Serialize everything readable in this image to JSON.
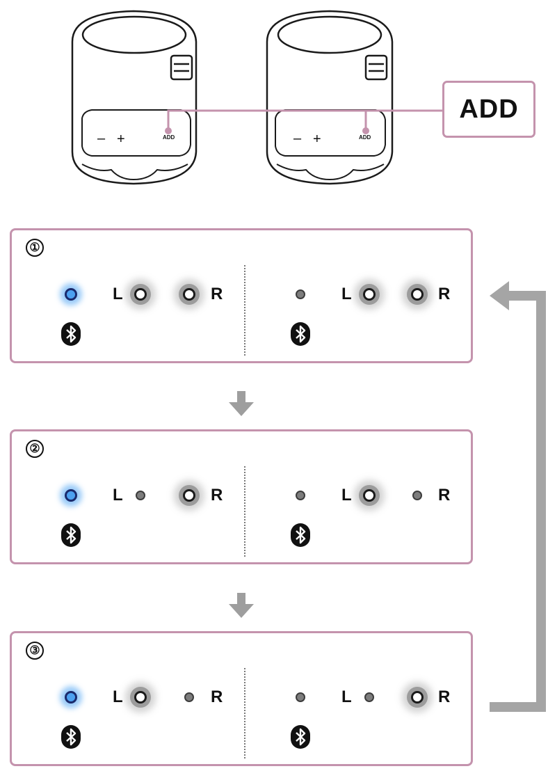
{
  "callout": {
    "label": "ADD"
  },
  "speaker_panel": {
    "button_labels": [
      "–",
      "+",
      "ADD"
    ],
    "button_labels_note": ""
  },
  "led_labels": {
    "left": "L",
    "right": "R"
  },
  "colors": {
    "panel_border": "#c493ad",
    "arrow": "#9e9e9e",
    "bluetooth_led": "#4da1f0"
  },
  "steps": [
    {
      "number": "①",
      "speakers": [
        {
          "bluetooth_led": "blue",
          "l_led": "lit",
          "r_led": "lit"
        },
        {
          "bluetooth_led": "off",
          "l_led": "lit",
          "r_led": "lit"
        }
      ]
    },
    {
      "number": "②",
      "speakers": [
        {
          "bluetooth_led": "blue",
          "l_led": "off",
          "r_led": "lit"
        },
        {
          "bluetooth_led": "off",
          "l_led": "lit",
          "r_led": "off"
        }
      ]
    },
    {
      "number": "③",
      "speakers": [
        {
          "bluetooth_led": "blue",
          "l_led": "lit",
          "r_led": "off"
        },
        {
          "bluetooth_led": "off",
          "l_led": "off",
          "r_led": "lit"
        }
      ]
    }
  ]
}
